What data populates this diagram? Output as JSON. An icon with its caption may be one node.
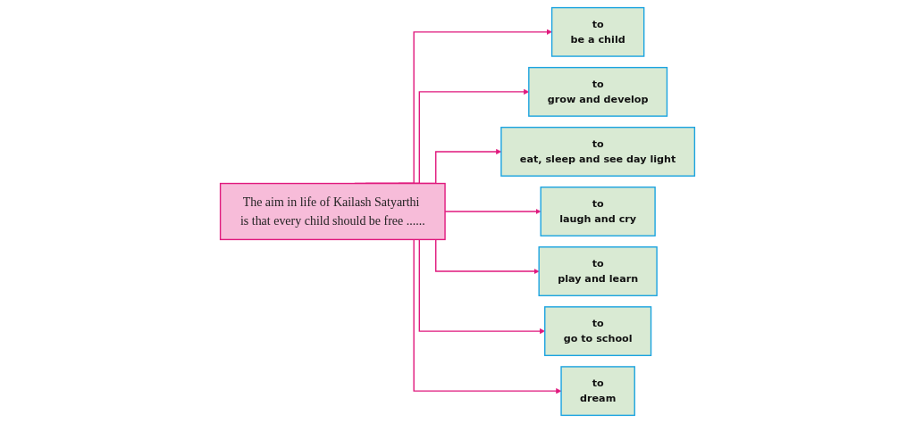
{
  "diagram": {
    "nodes": [
      {
        "text": [
          "The aim in life of Kailash Satyarthi is that every child should be free ......"
        ]
      },
      {
        "text": [
          "to",
          "be a child"
        ]
      },
      {
        "text": [
          "to",
          "grow and develop"
        ]
      },
      {
        "text": [
          "to",
          "eat, sleep and see day light"
        ]
      },
      {
        "text": [
          "to",
          "laugh and cry"
        ]
      },
      {
        "text": [
          "to",
          "play and learn"
        ]
      },
      {
        "text": [
          "to",
          "go to school"
        ]
      },
      {
        "text": [
          "to",
          "dream"
        ]
      }
    ],
    "edges": [
      {
        "from": 0,
        "to": 1,
        "arrow": "to"
      },
      {
        "from": 0,
        "to": 2,
        "arrow": "to"
      },
      {
        "from": 0,
        "to": 3,
        "arrow": "to"
      },
      {
        "from": 0,
        "to": 4,
        "arrow": "to"
      },
      {
        "from": 0,
        "to": 5,
        "arrow": "to"
      },
      {
        "from": 0,
        "to": 6,
        "arrow": "to"
      },
      {
        "from": 0,
        "to": 7,
        "arrow": "to"
      }
    ]
  }
}
